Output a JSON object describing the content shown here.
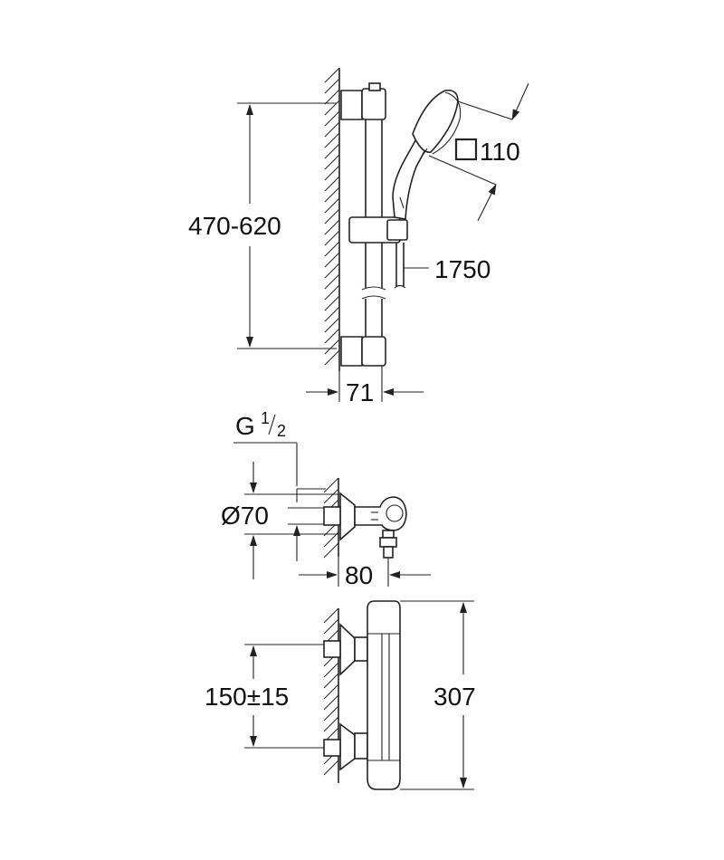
{
  "dimensions": {
    "rail_height": "470-620",
    "head_size": "110",
    "hose_length": "1750",
    "rail_depth": "71",
    "thread_prefix": "G",
    "thread_num": "1",
    "thread_den": "2",
    "outlet_diameter": "Ø70",
    "mixer_depth": "80",
    "inlet_spacing": "150±15",
    "mixer_length": "307"
  },
  "icons": {
    "square_symbol": "square-head-icon"
  }
}
